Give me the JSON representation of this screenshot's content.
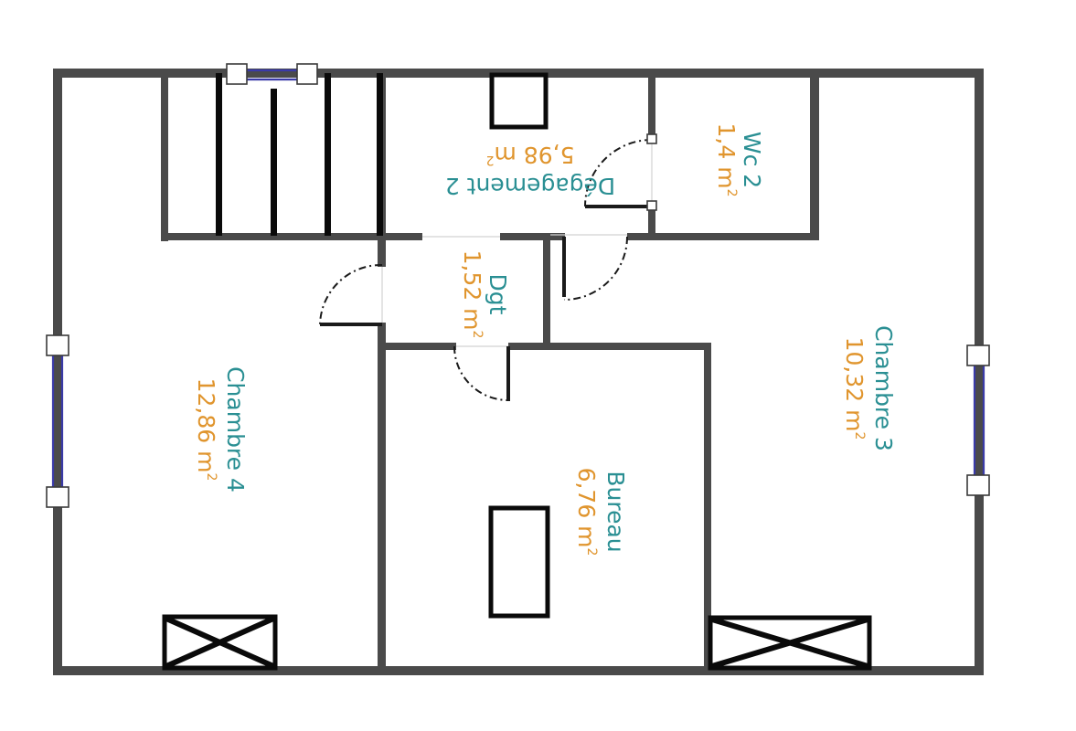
{
  "colors": {
    "room_name": "#2a8f93",
    "room_area": "#e0952e",
    "wall": "#4a4a4a",
    "window": "#3a3aa8"
  },
  "rooms": {
    "degagement_2": {
      "name": "Dégagement 2",
      "area": "5,98 m",
      "unit_power": "2"
    },
    "wc_2": {
      "name": "Wc 2",
      "area": "1,4 m",
      "unit_power": "2"
    },
    "dgt": {
      "name": "Dgt",
      "area": "1,52 m",
      "unit_power": "2"
    },
    "chambre_4": {
      "name": "Chambre 4",
      "area": "12,86 m",
      "unit_power": "2"
    },
    "chambre_3": {
      "name": "Chambre 3",
      "area": "10,32 m",
      "unit_power": "2"
    },
    "bureau": {
      "name": "Bureau",
      "area": "6,76 m",
      "unit_power": "2"
    }
  }
}
